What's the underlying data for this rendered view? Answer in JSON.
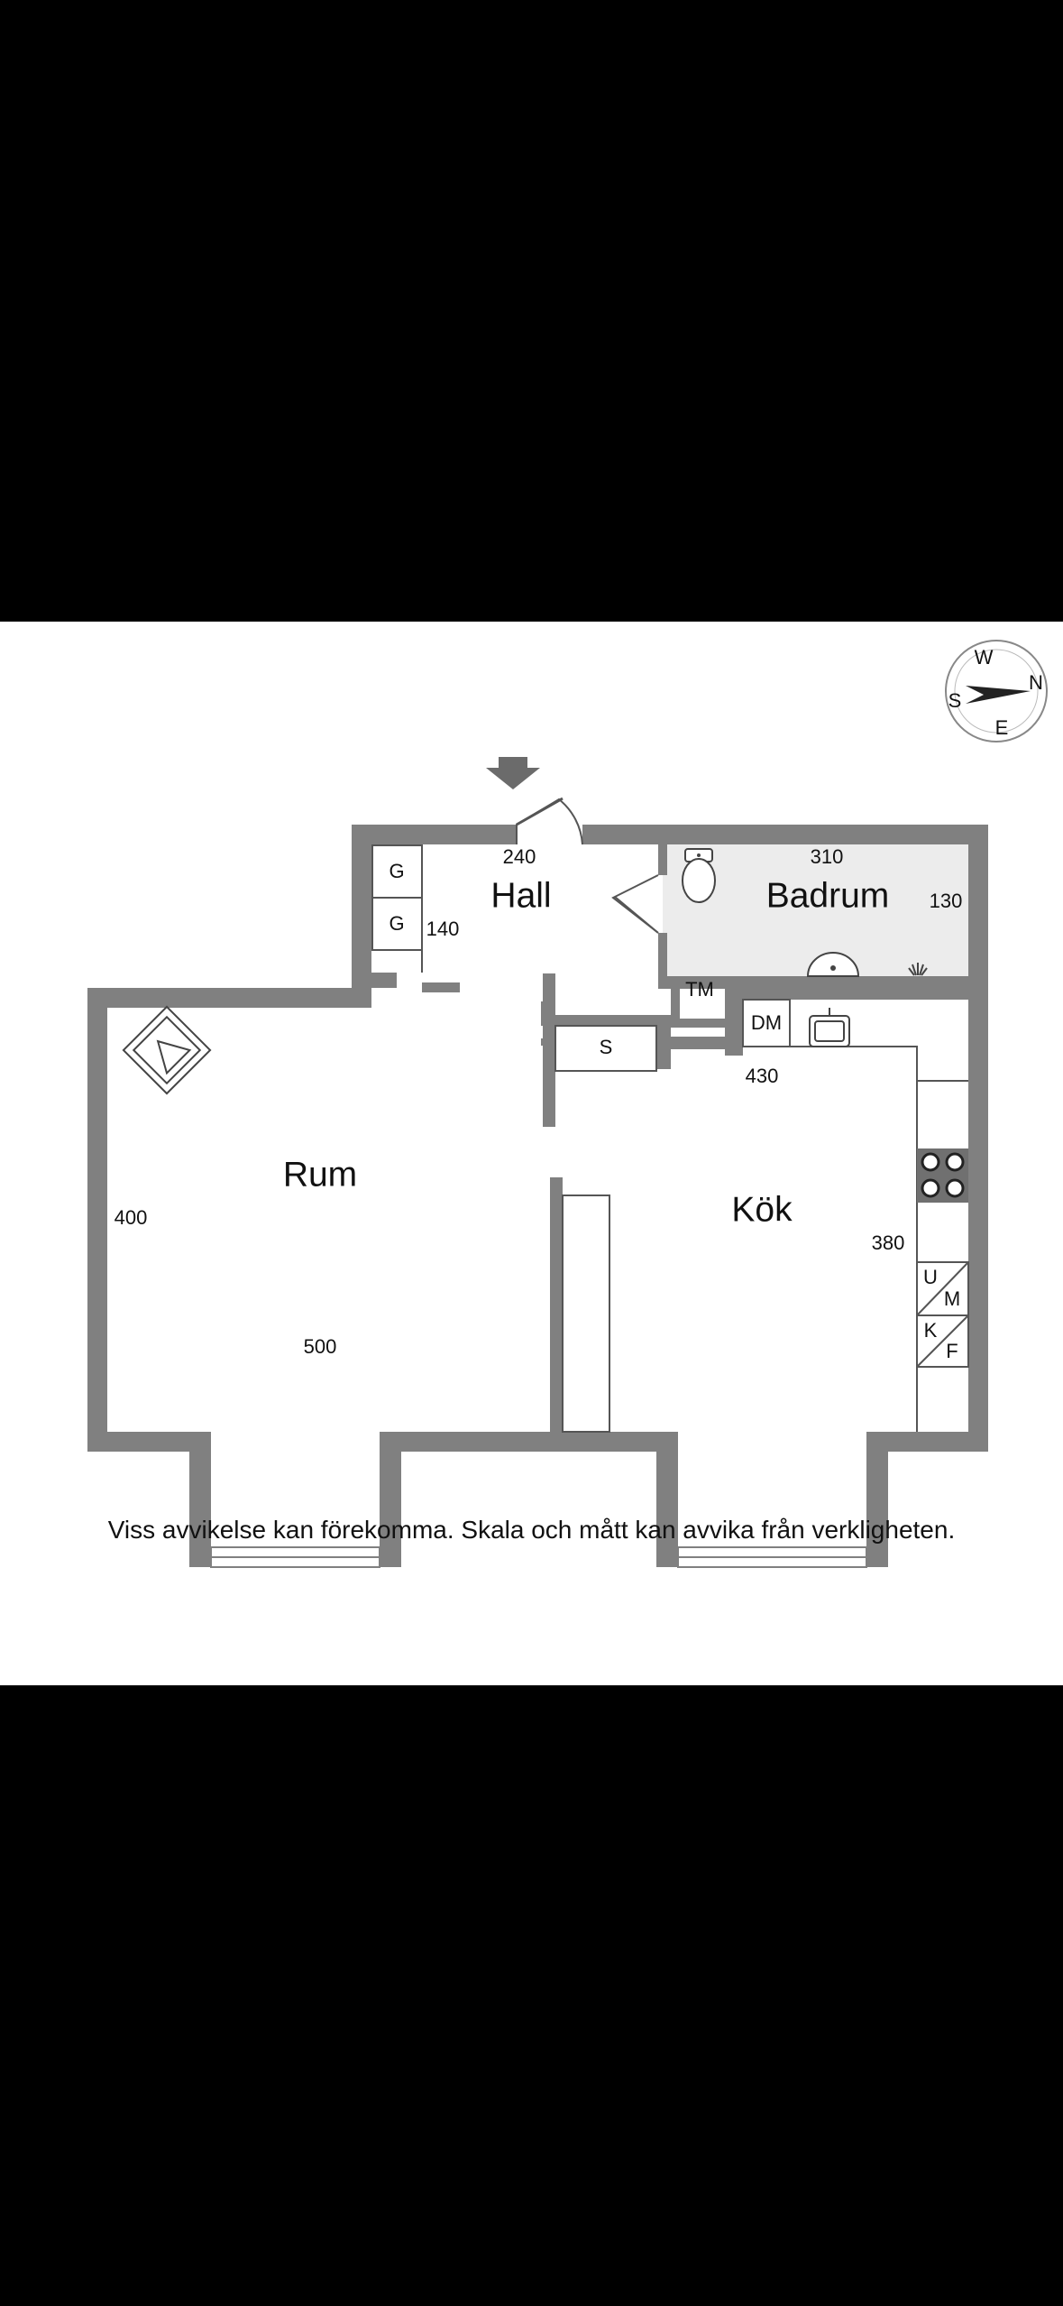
{
  "rooms": {
    "hall": "Hall",
    "badrum": "Badrum",
    "rum": "Rum",
    "kok": "Kök"
  },
  "dimensions": {
    "hall_width": "240",
    "hall_depth": "140",
    "badrum_width": "310",
    "badrum_depth": "130",
    "rum_width": "500",
    "rum_depth": "400",
    "kok_width": "430",
    "kok_depth": "380"
  },
  "fixtures": {
    "garderob_1": "G",
    "garderob_2": "G",
    "tvattmaskin": "TM",
    "skap": "S",
    "diskmaskin": "DM",
    "kyl_top": "U",
    "kyl_bottom": "M",
    "frys_top": "K",
    "frys_bottom": "F"
  },
  "compass": {
    "n": "N",
    "e": "E",
    "s": "S",
    "w": "W"
  },
  "disclaimer": "Viss avvikelse kan förekomma. Skala och mått kan avvika från verkligheten.",
  "colors": {
    "wall": "#808080",
    "bathroom_floor": "#ececec",
    "background": "#000000",
    "sheet": "#ffffff"
  },
  "icons": [
    "entrance-arrow-icon",
    "compass-icon",
    "toilet-icon",
    "sink-icon",
    "kitchen-sink-icon",
    "stove-icon",
    "armchair-icon"
  ]
}
